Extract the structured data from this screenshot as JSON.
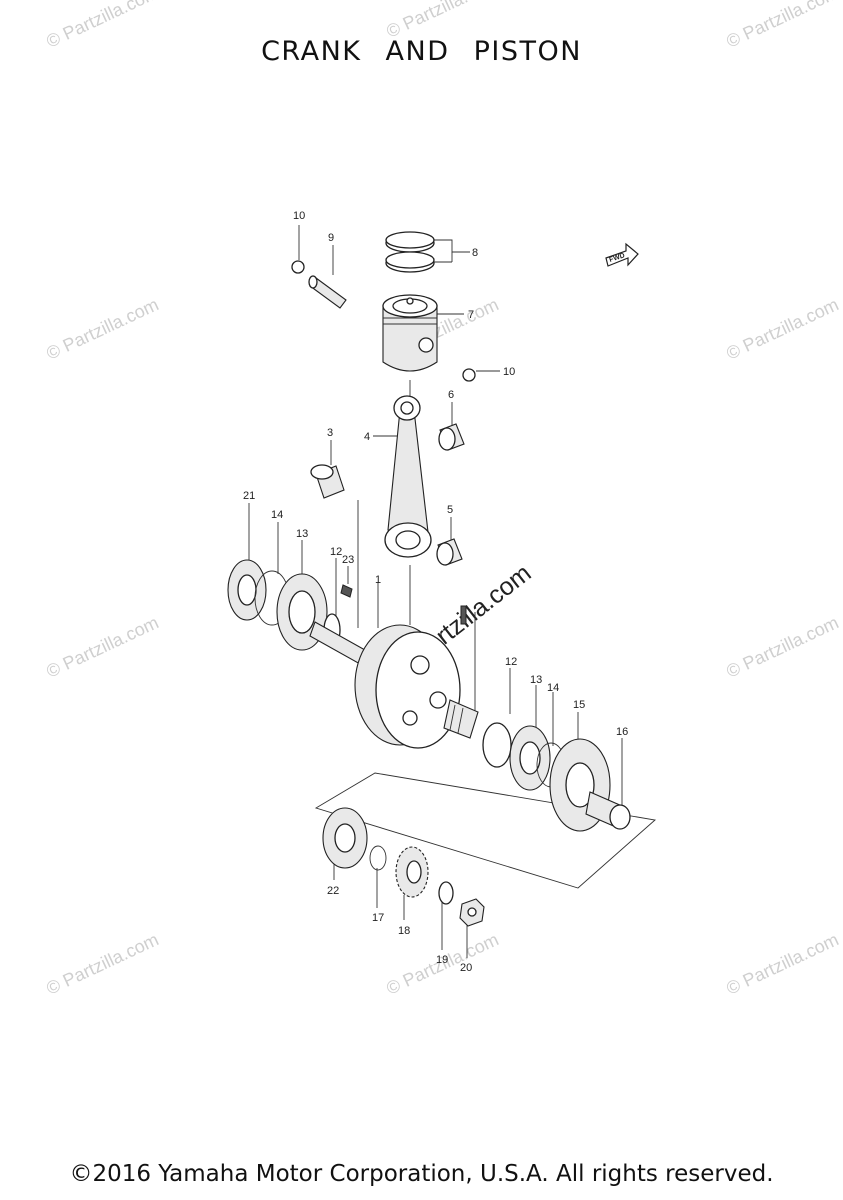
{
  "title": "CRANK AND PISTON",
  "watermark": "© Partzilla.com",
  "fwd_tag": "FWD",
  "copyright": "©2016 Yamaha Motor Corporation, U.S.A. All rights reserved.",
  "callouts": [
    "1",
    "3",
    "4",
    "5",
    "6",
    "7",
    "8",
    "9",
    "10",
    "10",
    "12",
    "12",
    "13",
    "13",
    "14",
    "14",
    "15",
    "16",
    "17",
    "18",
    "19",
    "20",
    "21",
    "22",
    "23"
  ]
}
